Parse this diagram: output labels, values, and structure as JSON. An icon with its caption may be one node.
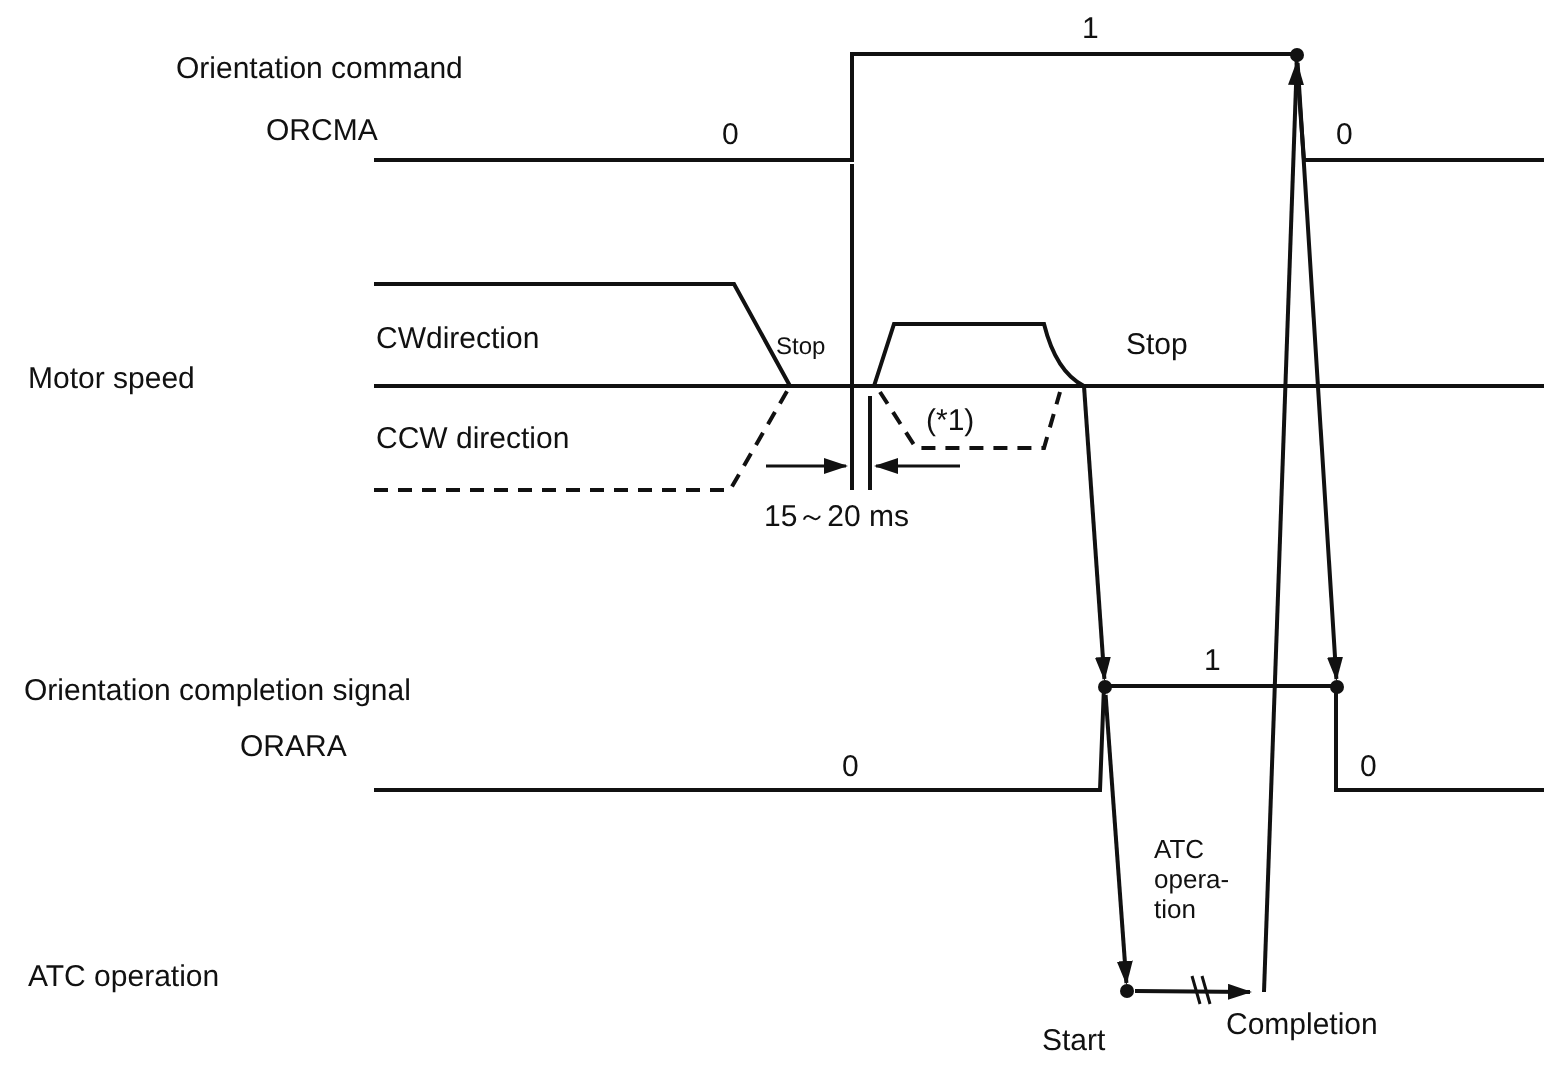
{
  "diagram": {
    "nodes": [
      {
        "text": [],
        "shape": "circle"
      },
      {
        "text": [],
        "shape": "line"
      },
      {
        "text": [],
        "shape": "circle"
      },
      {
        "text": [],
        "shape": "circle"
      },
      {
        "text": [],
        "shape": "circle",
        "beside": [
          "Start"
        ]
      },
      {
        "text": [
          "Completion"
        ]
      }
    ],
    "edges": [
      {
        "from": 1,
        "to": 2,
        "arrow": "to"
      },
      {
        "from": 2,
        "to": 4,
        "arrow": "to"
      },
      {
        "from": 4,
        "to": 5,
        "arrow": "to"
      },
      {
        "from": 5,
        "to": 0,
        "arrow": "to"
      },
      {
        "from": 0,
        "to": 3,
        "arrow": "to"
      }
    ],
    "labels": [
      "1",
      "Orientation command",
      "ORCMA",
      "0",
      "0",
      "CWdirection",
      "Stop",
      "Stop",
      "Motor speed",
      "(*1)",
      "CCW direction",
      "15～20 ms",
      "1",
      "Orientation completion signal",
      "ORARA",
      "0",
      "0",
      "ATC opera- tion",
      "ATC operation"
    ]
  }
}
